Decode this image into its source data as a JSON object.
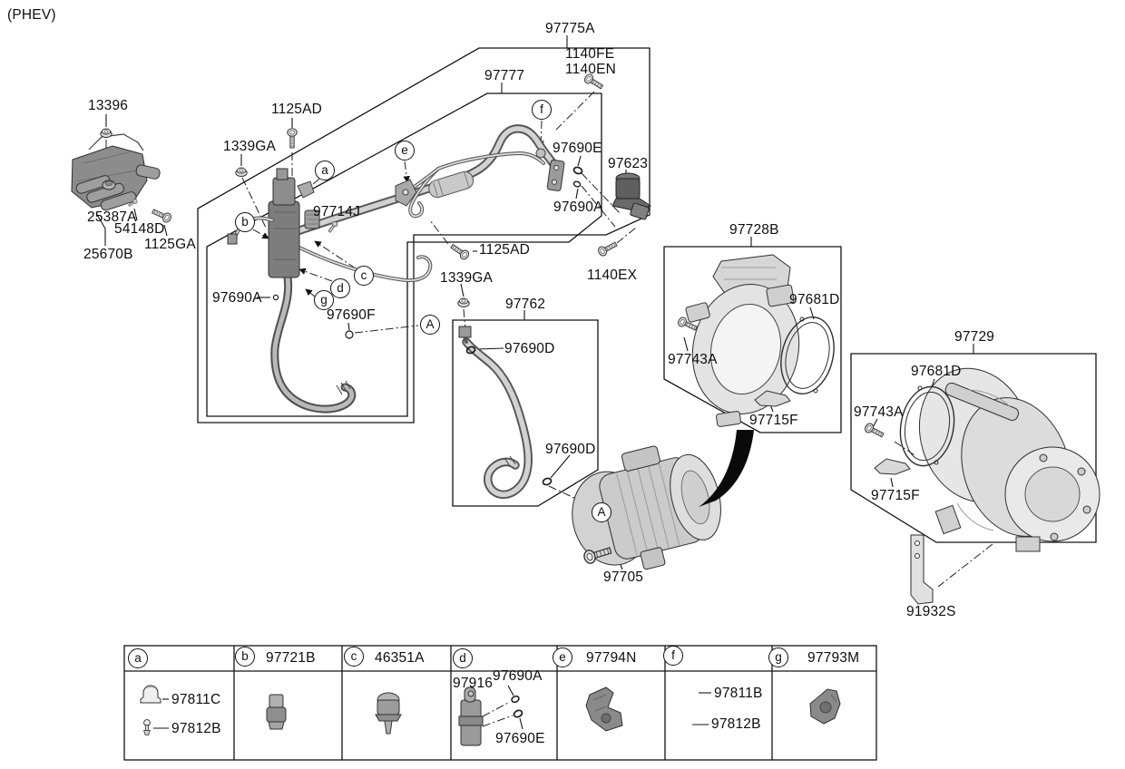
{
  "page": {
    "variant": "(PHEV)"
  },
  "labels": {
    "p13396": "13396",
    "p1125ad_a": "1125AD",
    "p1339ga_a": "1339GA",
    "p97775a": "97775A",
    "p1140fe": "1140FE",
    "p1140en": "1140EN",
    "p97777": "97777",
    "p97690e_a": "97690E",
    "p97623": "97623",
    "p97690a_a": "97690A",
    "p25387a": "25387A",
    "p54148d": "54148D",
    "p1125ga": "1125GA",
    "p25670b": "25670B",
    "p97714j": "97714J",
    "p1125ad_b": "1125AD",
    "p1140ex": "1140EX",
    "p97690a_b": "97690A",
    "p97690f": "97690F",
    "p1339ga_b": "1339GA",
    "p97762": "97762",
    "p97690d_a": "97690D",
    "p97690d_b": "97690D",
    "p97728b": "97728B",
    "p97681d_a": "97681D",
    "p97743a_a": "97743A",
    "p97715f_a": "97715F",
    "p97729": "97729",
    "p97681d_b": "97681D",
    "p97743a_b": "97743A",
    "p97715f_b": "97715F",
    "p97705": "97705",
    "p91932s": "91932S"
  },
  "callouts": {
    "a": "a",
    "b": "b",
    "c": "c",
    "d": "d",
    "e": "e",
    "f": "f",
    "g": "g",
    "A1": "A",
    "A2": "A"
  },
  "table": {
    "cells": [
      {
        "letter": "a",
        "part": "",
        "items": [
          {
            "part": "97811C"
          },
          {
            "part": "97812B"
          }
        ]
      },
      {
        "letter": "b",
        "part": "97721B",
        "items": []
      },
      {
        "letter": "c",
        "part": "46351A",
        "items": []
      },
      {
        "letter": "d",
        "part": "",
        "items": [
          {
            "part": "97916"
          },
          {
            "part": "97690A"
          },
          {
            "part": "97690E"
          }
        ]
      },
      {
        "letter": "e",
        "part": "97794N",
        "items": []
      },
      {
        "letter": "f",
        "part": "",
        "items": [
          {
            "part": "97811B"
          },
          {
            "part": "97812B"
          }
        ]
      },
      {
        "letter": "g",
        "part": "97793M",
        "items": []
      }
    ]
  },
  "colors": {
    "line": "#141414",
    "pipe_dark": "#565656",
    "pipe_light": "#d2d2d2",
    "part_gray": "#8c8c8c",
    "arrow": "#0a0a0a"
  }
}
